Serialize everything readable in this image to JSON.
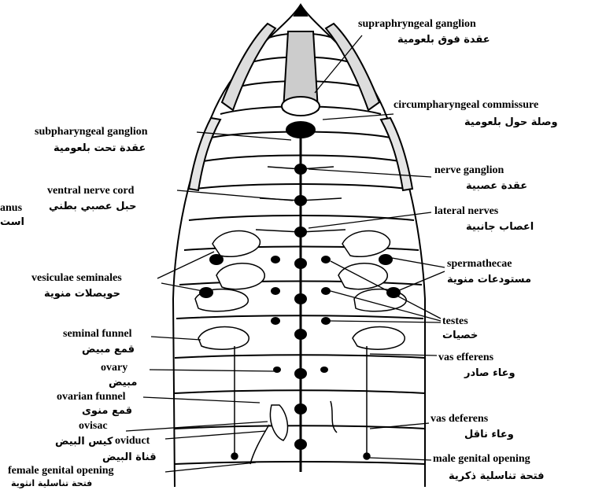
{
  "labels": {
    "supra_en": "supraphryngeal ganglion",
    "supra_ar": "عقدة فوق بلعومية",
    "circum_en": "circumpharyngeal commissure",
    "circum_ar": "وصلة حول بلعومية",
    "subph_en": "subpharyngeal ganglion",
    "subph_ar": "عقدة تحت بلعومية",
    "nerveg_en": "nerve ganglion",
    "nerveg_ar": "عقدة عصبية",
    "vnc_en": "ventral nerve cord",
    "vnc_ar": "حبل عصبي بطني",
    "anus_en": "anus",
    "anus_ar": "است",
    "lateral_en": "lateral nerves",
    "lateral_ar": "اعصاب جانبية",
    "sperm_en": "spermathecae",
    "sperm_ar": "مستودعات منوية",
    "vesic_en": "vesiculae seminales",
    "vesic_ar": "حويصلات منوية",
    "testes_en": "testes",
    "testes_ar": "خصيات",
    "semf_en": "seminal funnel",
    "semf_ar": "قمع مبيض",
    "vaseff_en": "vas efferens",
    "vaseff_ar": "وعاء صادر",
    "ovary_en": "ovary",
    "ovary_ar": "مبيض",
    "ovf_en": "ovarian funnel",
    "ovf_ar": "قمع منوى",
    "ovisac_en": "ovisac",
    "ovisac_ar": "كيس البيض",
    "oviduct_en": "oviduct",
    "oviduct_ar": "قناة البيض",
    "vasdef_en": "vas deferens",
    "vasdef_ar": "وعاء ناقل",
    "male_en": "male genital opening",
    "male_ar": "فتحة تناسلية ذكرية",
    "female_en": "female genital opening",
    "female_ar": "فتحة تناسلية انثوية"
  }
}
